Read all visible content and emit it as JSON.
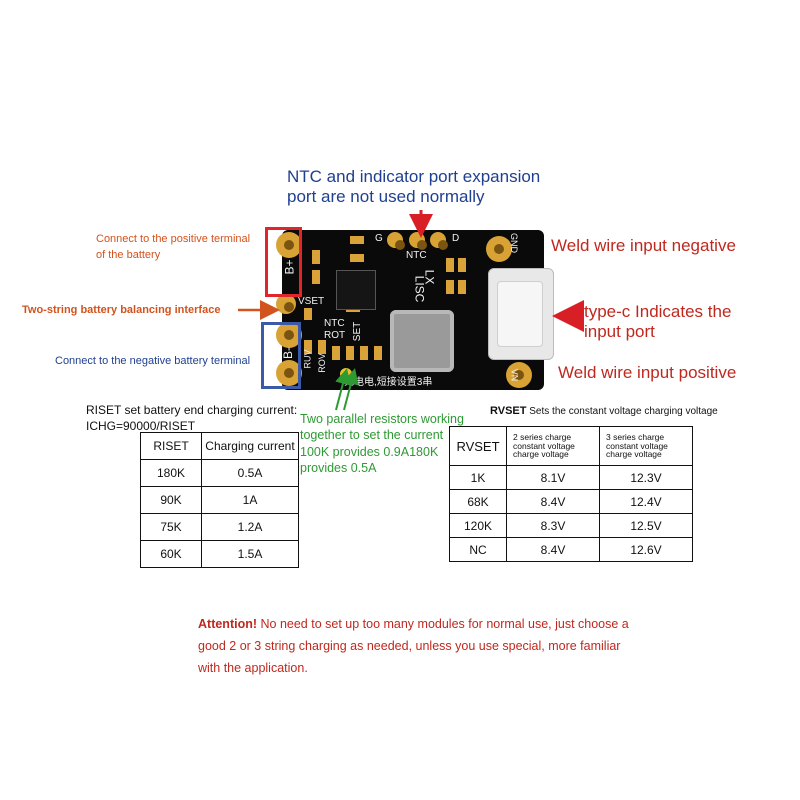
{
  "callouts": {
    "ntc_line1": "NTC and indicator port expansion",
    "ntc_line2": "port are not used normally",
    "pos_terminal_line1": "Connect to the positive terminal",
    "pos_terminal_line2": "of the battery",
    "balancing": "Two-string battery balancing interface",
    "neg_terminal": "Connect to the negative battery terminal",
    "weld_negative": "Weld wire input negative",
    "typec_line1": "type-c Indicates the",
    "typec_line2": "input port",
    "weld_positive": "Weld wire input positive",
    "resistors_line1": "Two parallel resistors working",
    "resistors_line2": "together to set the current",
    "resistors_line3": "100K provides 0.9A180K",
    "resistors_line4": "provides 0.5A"
  },
  "board": {
    "b_plus": "B+",
    "b_minus": "B-",
    "vset": "VSET",
    "ntc_rot_1": "NTC",
    "ntc_rot_2": "ROT",
    "set": "SET",
    "ruv": "RUV",
    "rov": "ROV",
    "ntc": "NTC",
    "g": "G",
    "d": "D",
    "lx": "LX",
    "lisc": "LISC",
    "gnd": "GND",
    "vn": "VN",
    "chinese": "充电电,短接设置3串"
  },
  "riset_table": {
    "title_line1": "RISET set battery end charging current:",
    "title_line2": "ICHG=90000/RISET",
    "headers": [
      "RISET",
      "Charging current"
    ],
    "rows": [
      [
        "180K",
        "0.5A"
      ],
      [
        "90K",
        "1A"
      ],
      [
        "75K",
        "1.2A"
      ],
      [
        "60K",
        "1.5A"
      ]
    ]
  },
  "rvset_table": {
    "title_bold": "RVSET",
    "title_rest": " Sets the constant voltage charging voltage",
    "headers": [
      "RVSET",
      "2 series charge constant voltage charge voltage",
      "3 series charge constant voltage charge voltage"
    ],
    "rows": [
      [
        "1K",
        "8.1V",
        "12.3V"
      ],
      [
        "68K",
        "8.4V",
        "12.4V"
      ],
      [
        "120K",
        "8.3V",
        "12.5V"
      ],
      [
        "NC",
        "8.4V",
        "12.6V"
      ]
    ]
  },
  "attention": {
    "label": "Attention!",
    "line1": " No need to set up too many modules for normal use, just choose a",
    "line2": "good 2 or 3 string charging as needed, unless you use special, more familiar",
    "line3": "with the application."
  },
  "colors": {
    "red": "#c0281e",
    "orange": "#d2531e",
    "blue": "#1f3f8f",
    "green": "#2e9a34",
    "box_red": "#e0262a",
    "box_blue": "#3b5ba8"
  }
}
